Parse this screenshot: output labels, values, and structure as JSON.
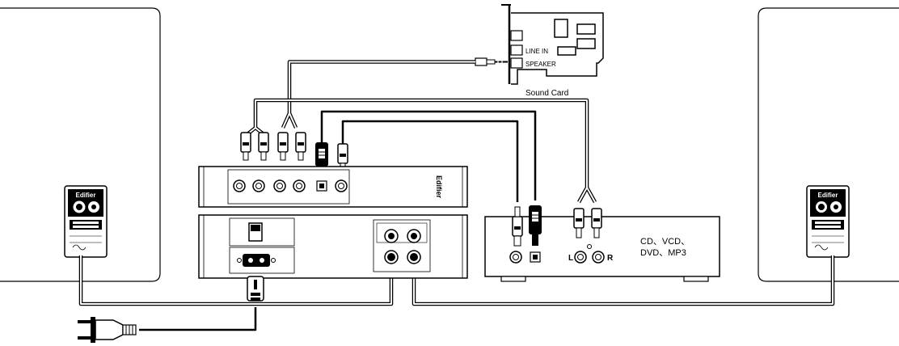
{
  "soundcard": {
    "line_in": "LINE IN",
    "speaker": "SPEAKER",
    "caption": "Sound Card"
  },
  "amp": {
    "brand": "Edifier"
  },
  "speaker_left": {
    "brand": "Edifier"
  },
  "speaker_right": {
    "brand": "Edifier"
  },
  "player": {
    "line1": "CD、VCD、",
    "line2": "DVD、MP3",
    "left_ch": "L",
    "right_ch": "R"
  }
}
